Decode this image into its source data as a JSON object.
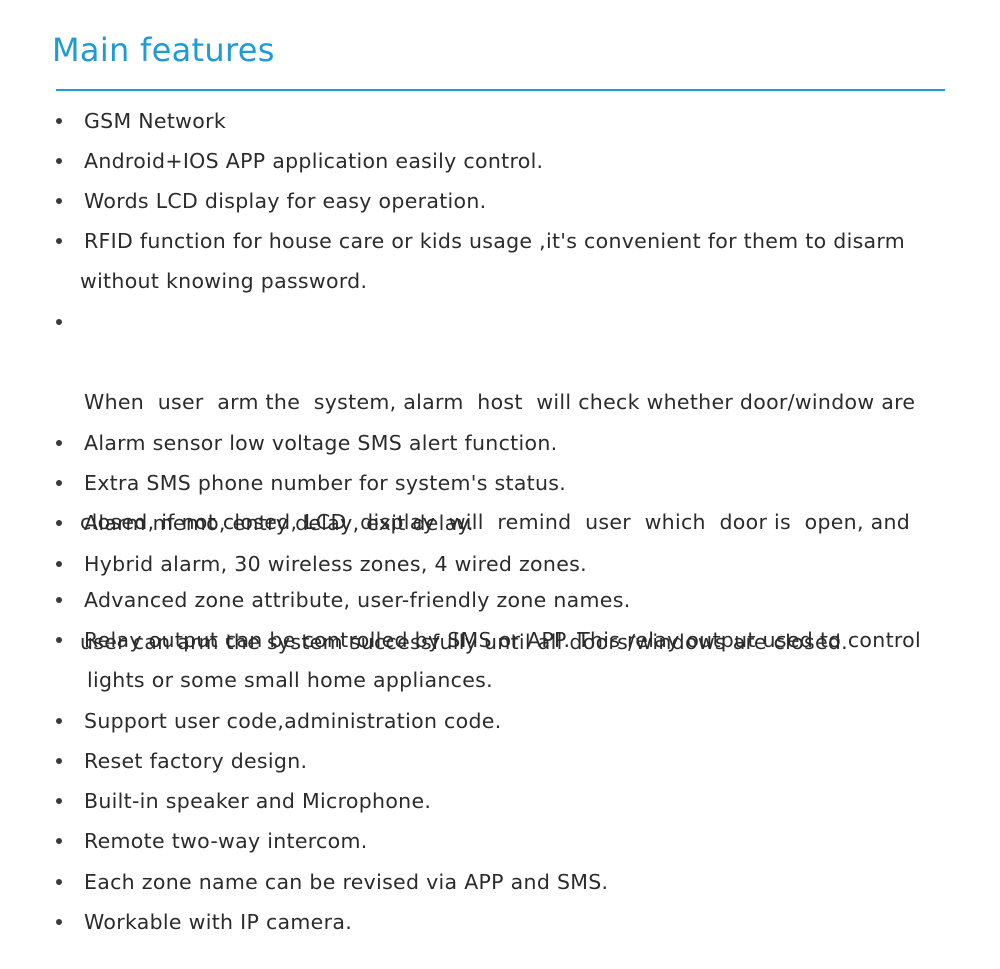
{
  "title": "Main features",
  "features": [
    {
      "lines": [
        "GSM Network"
      ]
    },
    {
      "lines": [
        "Android+IOS APP application easily control."
      ]
    },
    {
      "lines": [
        "Words LCD display for easy operation."
      ]
    },
    {
      "lines": [
        "RFID function for house care or kids usage ,it's convenient for them to disarm",
        "without knowing password."
      ]
    },
    {
      "lines": [
        "When  user  arm the  system, alarm  host  will check whether door/window are",
        "closed, if not closed, LCD  display  will  remind  user  which  door is  open, and",
        "user can arm the system successfully until all doors/windows are closed."
      ]
    },
    {
      "lines": [
        "Alarm sensor low voltage SMS alert function."
      ]
    },
    {
      "lines": [
        "Extra SMS phone number for system's status."
      ]
    },
    {
      "lines": [
        "Alarm memo, entry delay, exit delay."
      ]
    },
    {
      "lines": [
        "Hybrid alarm, 30 wireless zones, 4 wired zones."
      ]
    },
    {
      "lines": [
        "Advanced zone attribute, user-friendly zone names."
      ]
    },
    {
      "lines": [
        "Relay output can be controlled by SMS or APP. This relay output used to control",
        "lights or some small home appliances."
      ]
    },
    {
      "lines": [
        "Support user code,administration code."
      ]
    },
    {
      "lines": [
        "Reset factory design."
      ]
    },
    {
      "lines": [
        "Built-in speaker and Microphone."
      ]
    },
    {
      "lines": [
        "Remote two-way intercom."
      ]
    },
    {
      "lines": [
        "Each zone name can be revised via APP and SMS."
      ]
    },
    {
      "lines": [
        "Workable with IP camera."
      ]
    }
  ]
}
